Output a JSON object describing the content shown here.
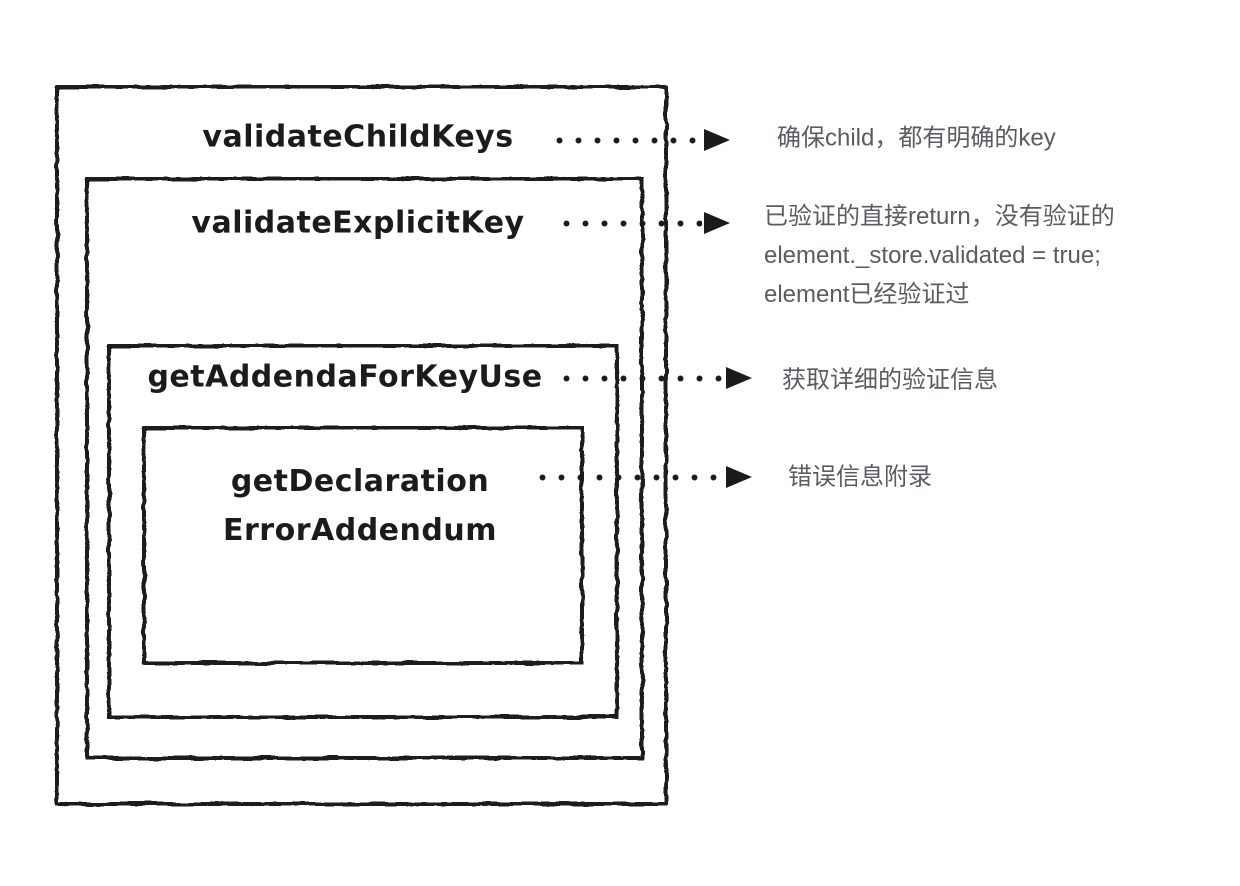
{
  "diagram": {
    "background_color": "#ffffff",
    "ink_color": "#1b1b1b",
    "annotation_color": "#595c60",
    "layers": [
      {
        "label": "validateChildKeys",
        "annotation_lines": [
          "确保child，都有明确的key"
        ]
      },
      {
        "label": "validateExplicitKey",
        "annotation_lines": [
          "已验证的直接return，没有验证的",
          "element._store.validated = true;",
          "element已经验证过"
        ]
      },
      {
        "label": "getAddendaForKeyUse",
        "annotation_lines": [
          "获取详细的验证信息"
        ]
      },
      {
        "label_line1": "getDeclaration",
        "label_line2": "ErrorAddendum",
        "annotation_lines": [
          "错误信息附录"
        ]
      }
    ]
  }
}
